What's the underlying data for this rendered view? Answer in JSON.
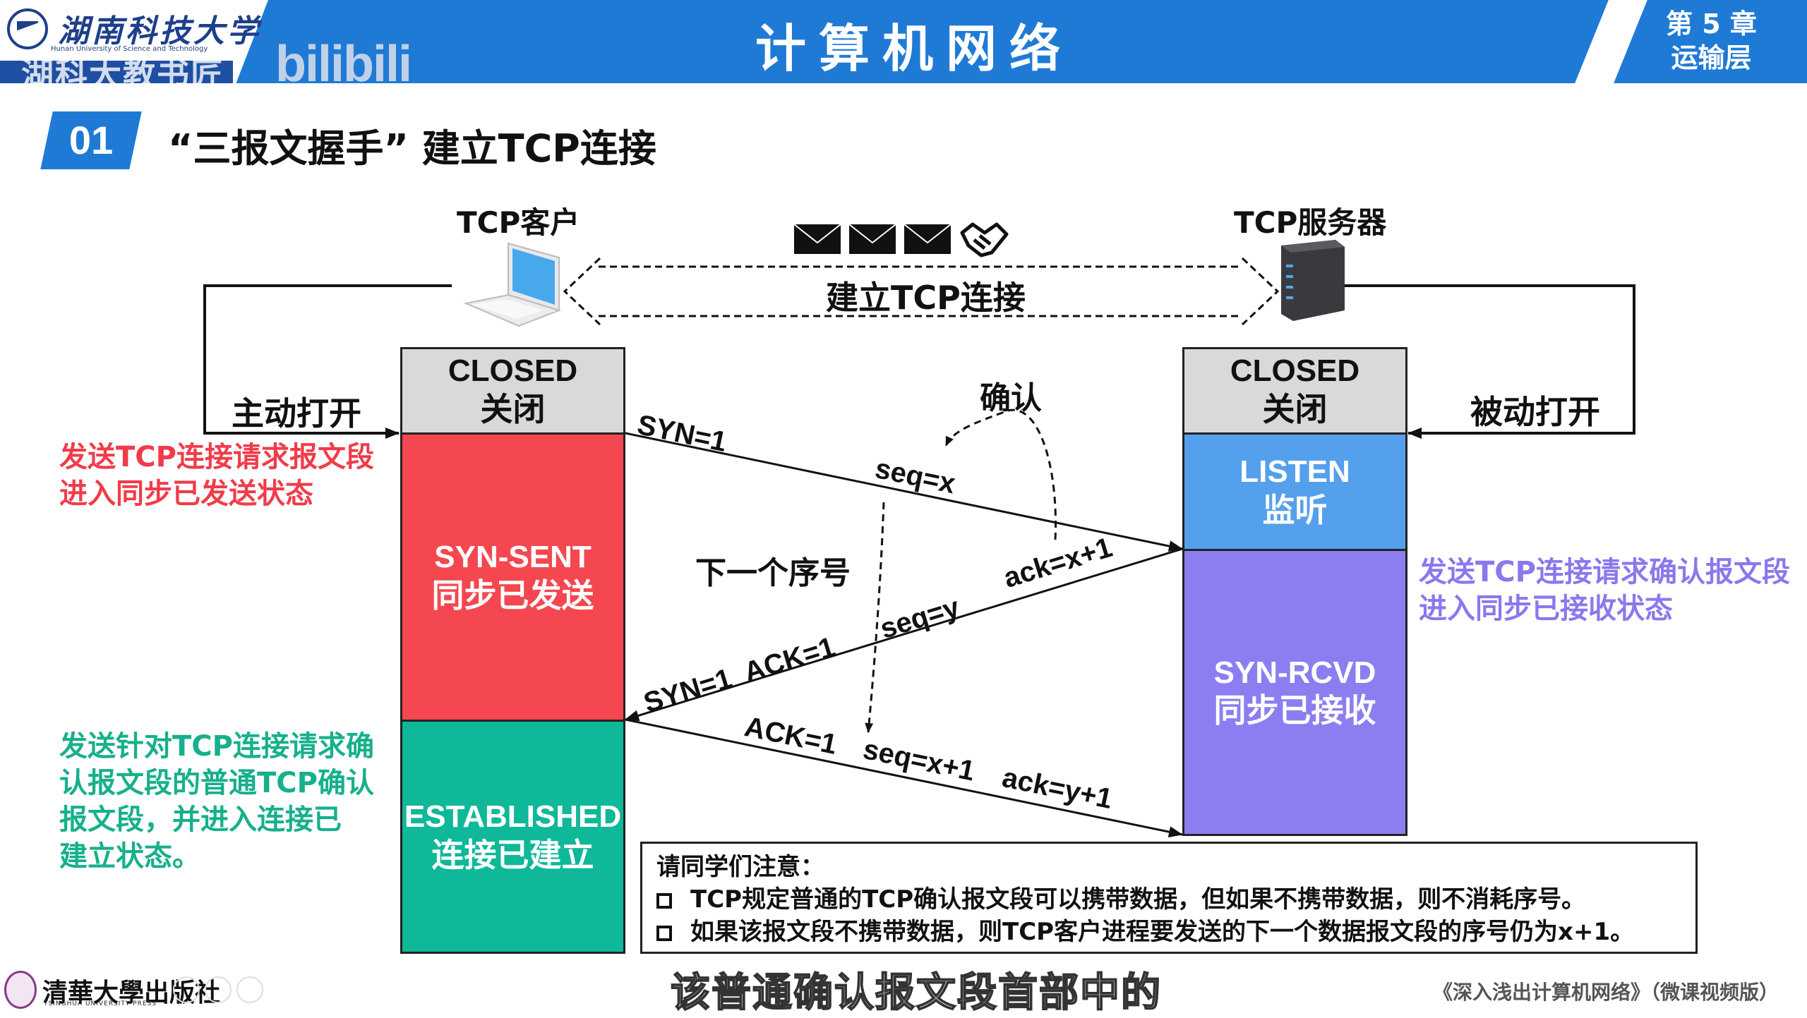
{
  "header": {
    "university_cn": "湖南科技大学",
    "university_en": "Hunan University of Science and Technology",
    "watermark": "湖科大教书匠",
    "platform_mark": "bilibili",
    "course_title": "计算机网络",
    "chapter_line1": "第 5 章",
    "chapter_line2": "运输层"
  },
  "section": {
    "number": "01",
    "title": "“三报文握手” 建立TCP连接"
  },
  "diagram": {
    "client_label": "TCP客户",
    "server_label": "TCP服务器",
    "establish_label": "建立TCP连接",
    "active_open": "主动打开",
    "passive_open": "被动打开",
    "confirm_label": "确认",
    "next_seq_label": "下一个序号",
    "icons": [
      "envelope-icon",
      "envelope-icon",
      "envelope-icon",
      "handshake-icon",
      "laptop-icon",
      "server-icon"
    ],
    "client_states": [
      {
        "en": "CLOSED",
        "zh": "关闭",
        "color": "#d9d9d9"
      },
      {
        "en": "SYN-SENT",
        "zh": "同步已发送",
        "color": "#f5474f"
      },
      {
        "en": "ESTABLISHED",
        "zh": "连接已建立",
        "color": "#0fb899"
      }
    ],
    "server_states": [
      {
        "en": "CLOSED",
        "zh": "关闭",
        "color": "#d9d9d9"
      },
      {
        "en": "LISTEN",
        "zh": "监听",
        "color": "#55a0ec"
      },
      {
        "en": "SYN-RCVD",
        "zh": "同步已接收",
        "color": "#8c7ef0"
      }
    ],
    "segments": {
      "syn": {
        "flags": "SYN=1",
        "seq": "seq=x"
      },
      "syn_ack": {
        "flags": "SYN=1  ACK=1",
        "seq": "seq=y",
        "ack": "ack=x+1"
      },
      "ack": {
        "flags": "ACK=1",
        "seq": "seq=x+1",
        "ack": "ack=y+1"
      }
    },
    "annotations": {
      "client_syn_sent": {
        "lines": [
          "发送TCP连接请求报文段",
          "进入同步已发送状态"
        ],
        "color": "#f03c4a"
      },
      "server_syn_rcvd": {
        "lines": [
          "发送TCP连接请求确认报文段",
          "进入同步已接收状态"
        ],
        "color": "#8a78ee"
      },
      "client_established": {
        "lines": [
          "发送针对TCP连接请求确",
          "认报文段的普通TCP确认",
          "报文段，并进入连接已",
          "建立状态。"
        ],
        "color": "#16b08c"
      }
    }
  },
  "note": {
    "heading": "请同学们注意：",
    "items": [
      "TCP规定普通的TCP确认报文段可以携带数据，但如果不携带数据，则不消耗序号。",
      "如果该报文段不携带数据，则TCP客户进程要发送的下一个数据报文段的序号仍为x+1。"
    ]
  },
  "footer": {
    "subtitle": "该普通确认报文段首部中的",
    "book_title": "《深入浅出计算机网络》（微课视频版）",
    "publisher_cn": "清華大學出版社",
    "publisher_en": "TSINGHUA UNIVERSITY PRESS"
  }
}
